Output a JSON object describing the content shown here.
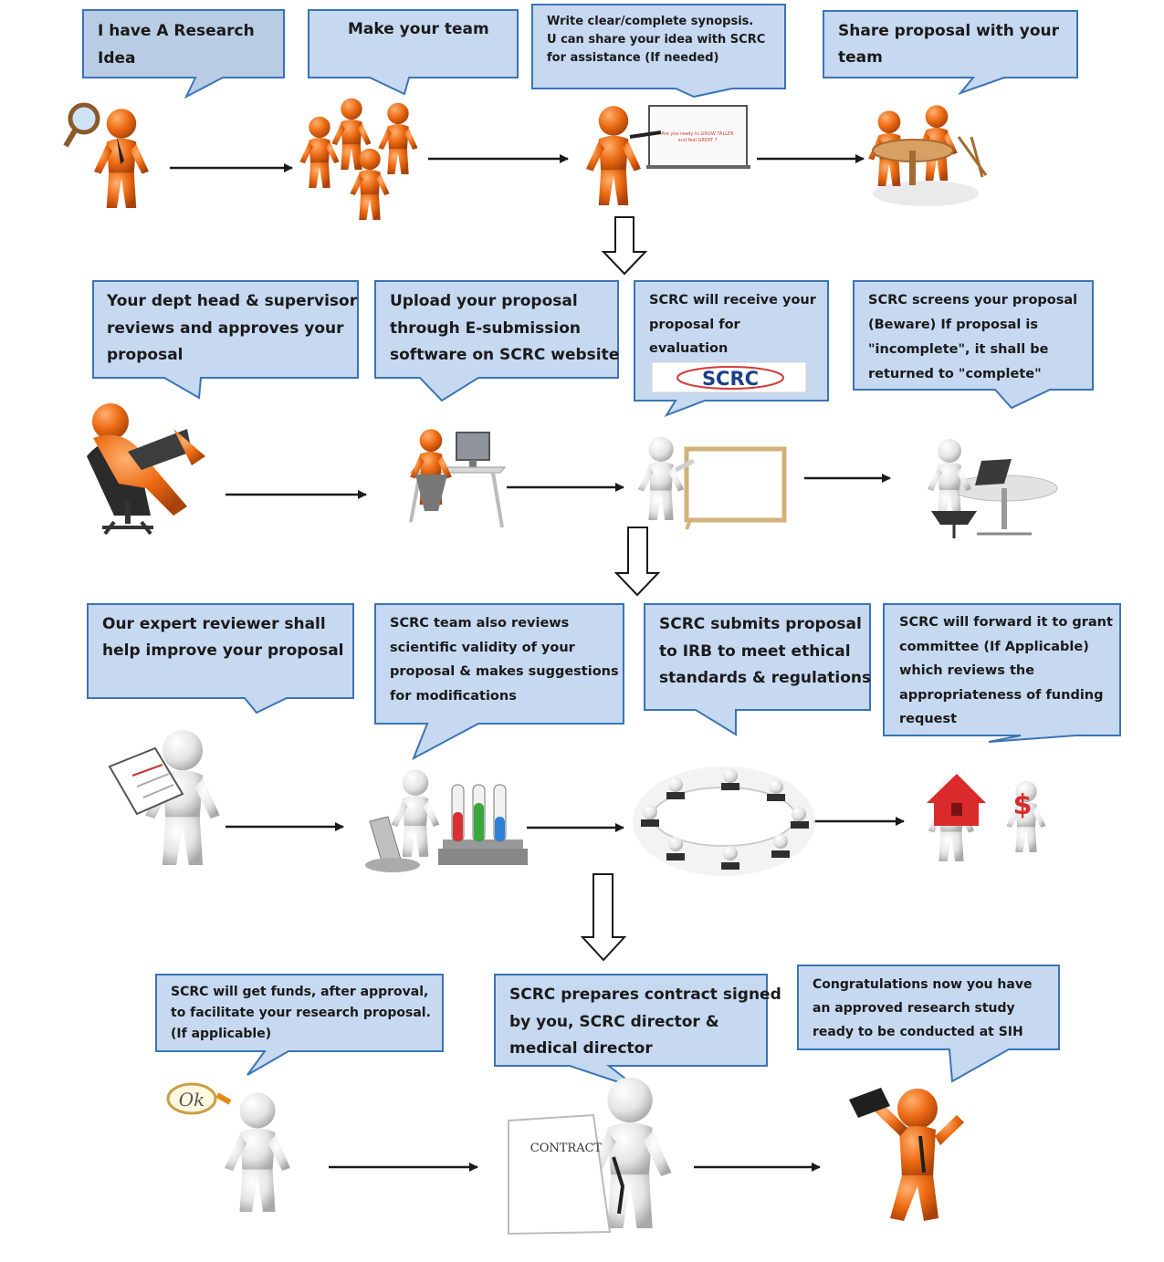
{
  "colors": {
    "callout_fill": "#c6d9f1",
    "callout_stroke": "#3a74b5",
    "figure_orange": "#ec6a12",
    "figure_white": "#e9e9e9",
    "arrow": "#1a1a1a"
  },
  "steps": [
    {
      "id": "research-idea",
      "lines": [
        "I have A Research",
        "Idea"
      ],
      "icon": "magnifier-person-icon"
    },
    {
      "id": "make-team",
      "lines": [
        "Make your team"
      ],
      "icon": "team-group-icon"
    },
    {
      "id": "write-synopsis",
      "lines": [
        "Write clear/complete synopsis.",
        "U can share your idea with SCRC",
        "for assistance (If needed)"
      ],
      "icon": "presenter-board-icon"
    },
    {
      "id": "share-proposal",
      "lines": [
        "Share proposal with your",
        "team"
      ],
      "icon": "meeting-table-icon"
    },
    {
      "id": "dept-approval",
      "lines": [
        "Your dept head & supervisor",
        "reviews and approves your",
        "proposal"
      ],
      "icon": "reading-person-icon"
    },
    {
      "id": "upload-proposal",
      "lines": [
        "Upload your proposal",
        "through E-submission",
        "software on SCRC website"
      ],
      "icon": "computer-desk-icon"
    },
    {
      "id": "scrc-receive",
      "lines": [
        "SCRC will receive your",
        "proposal for",
        "evaluation"
      ],
      "icon": "person-whiteboard-icon",
      "logo_text": "SCRC"
    },
    {
      "id": "scrc-screens",
      "lines": [
        "SCRC screens your proposal",
        "(Beware) If proposal is",
        "\"incomplete\", it shall be",
        "returned to \"complete\""
      ],
      "icon": "laptop-desk-icon"
    },
    {
      "id": "expert-reviewer",
      "lines": [
        "Our expert reviewer shall",
        "help improve your proposal"
      ],
      "icon": "clipboard-person-icon"
    },
    {
      "id": "scientific-validity",
      "lines": [
        "SCRC team also reviews",
        "scientific validity of your",
        "proposal & makes suggestions",
        "for modifications"
      ],
      "icon": "microscope-tubes-icon"
    },
    {
      "id": "irb-submit",
      "lines": [
        "SCRC submits proposal",
        "to IRB to meet ethical",
        "standards & regulations"
      ],
      "icon": "round-table-icon"
    },
    {
      "id": "grant-committee",
      "lines": [
        "SCRC will forward it to grant",
        "committee (If Applicable)",
        "which reviews the",
        "appropriateness of funding",
        "request"
      ],
      "icon": "house-dollar-icon"
    },
    {
      "id": "get-funds",
      "lines": [
        "SCRC will get funds, after approval,",
        "to facilitate your research proposal.",
        "(If applicable)"
      ],
      "icon": "ok-sign-icon"
    },
    {
      "id": "contract",
      "lines": [
        "SCRC prepares contract signed",
        "by you, SCRC director &",
        "medical director"
      ],
      "icon": "contract-document-icon",
      "doc_text": "CONTRACT"
    },
    {
      "id": "congratulations",
      "lines": [
        "Congratulations now you have",
        "an approved research study",
        "ready to be conducted at SIH"
      ],
      "icon": "celebrating-person-icon"
    }
  ]
}
